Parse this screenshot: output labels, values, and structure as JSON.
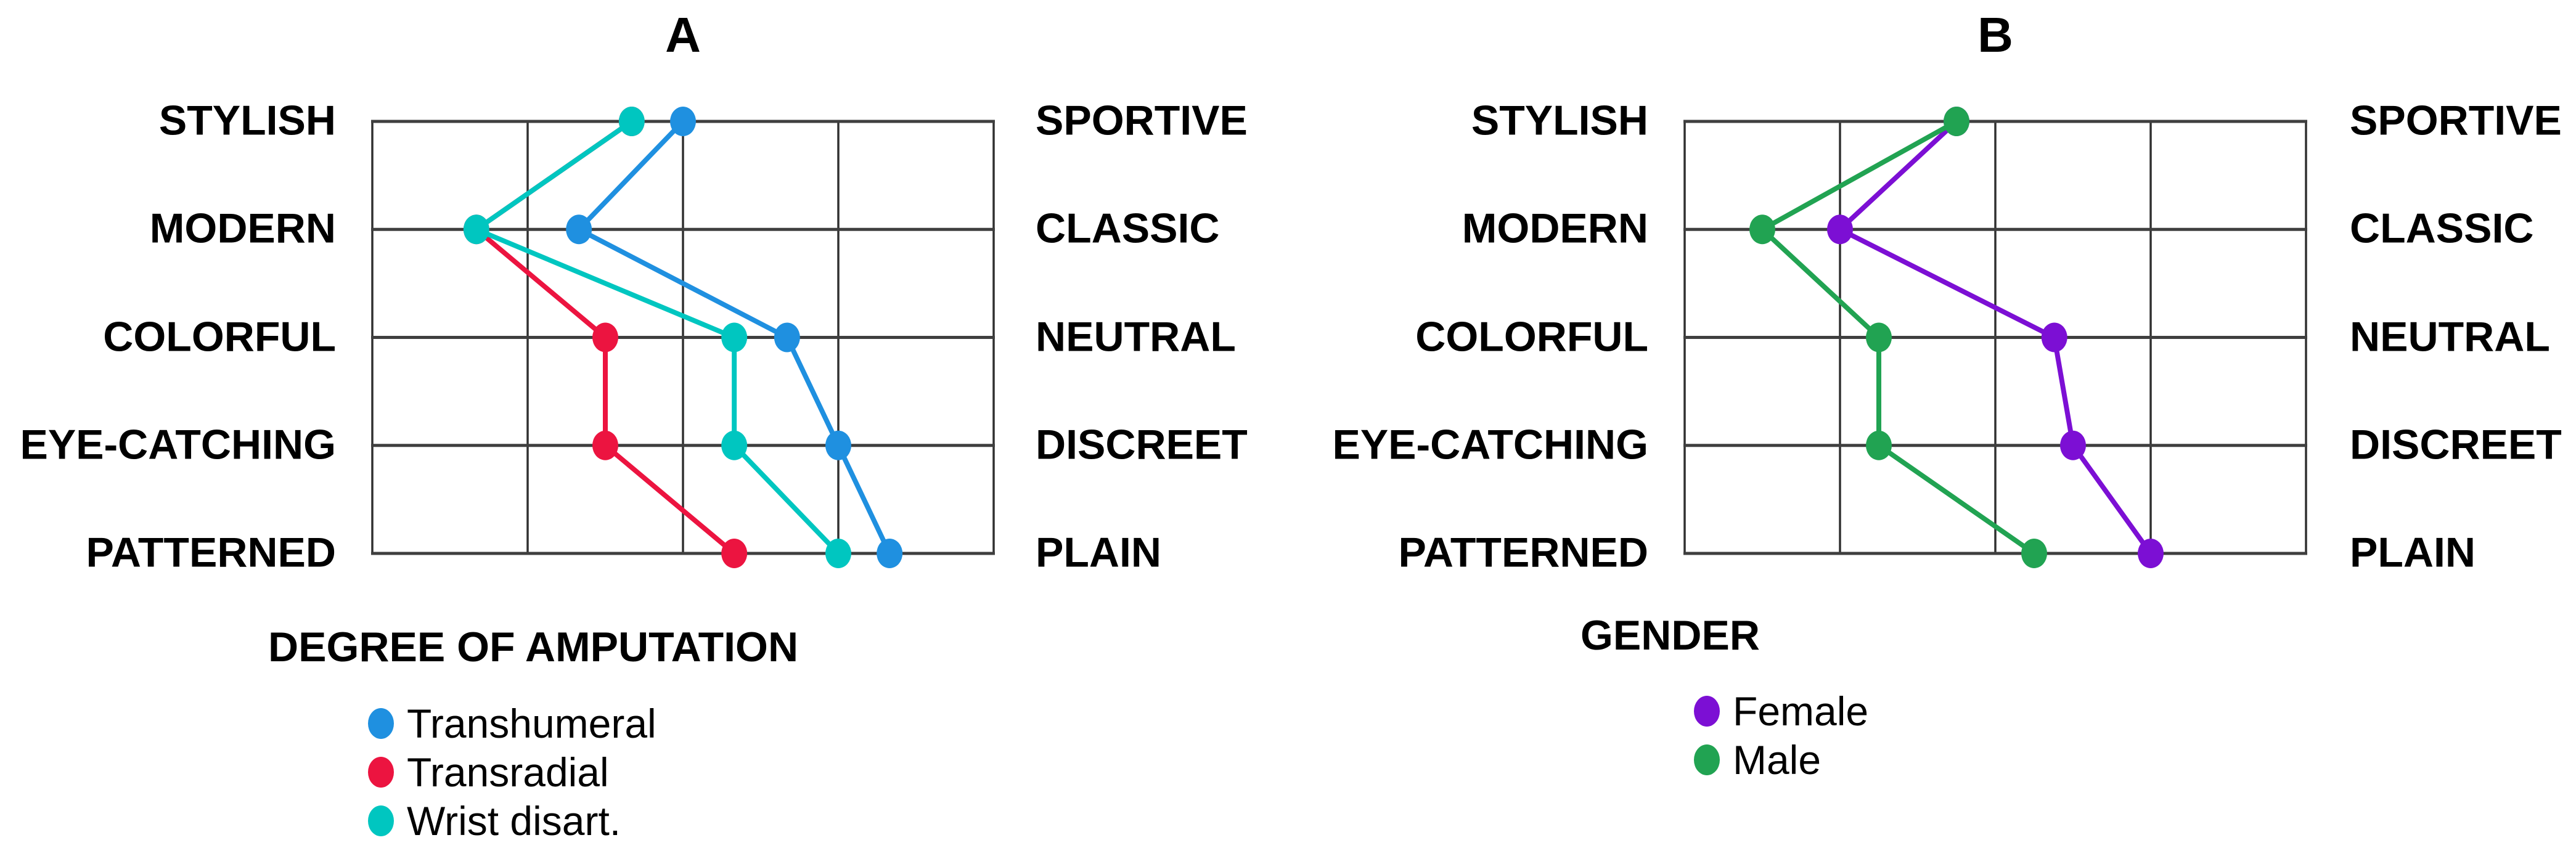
{
  "page": {
    "background_color": "#ffffff"
  },
  "chart_data": [
    {
      "type": "line",
      "panel_label": "A",
      "legend_title": "DEGREE OF AMPUTATION",
      "categories_left": [
        "STYLISH",
        "MODERN",
        "COLORFUL",
        "EYE-CATCHING",
        "PATTERNED"
      ],
      "categories_right": [
        "SPORTIVE",
        "CLASSIC",
        "NEUTRAL",
        "DISCREET",
        "PLAIN"
      ],
      "scale": {
        "min": 1,
        "max": 5,
        "gridlines": 5,
        "grid": true
      },
      "legend_position": "below-left",
      "series": [
        {
          "name": "Transhumeral",
          "color": "#1f90e0",
          "values": [
            3.0,
            2.33,
            3.67,
            4.0,
            4.33
          ]
        },
        {
          "name": "Transradial",
          "color": "#ec1440",
          "values": [
            2.67,
            1.67,
            2.5,
            2.5,
            3.33
          ]
        },
        {
          "name": "Wrist disart.",
          "color": "#00c6c0",
          "values": [
            2.67,
            1.67,
            3.33,
            3.33,
            4.0
          ]
        }
      ],
      "draw_order": [
        1,
        2,
        0
      ],
      "note": "Transradial overlaps Wrist disart. at STYLISH and MODERN (hidden beneath)."
    },
    {
      "type": "line",
      "panel_label": "B",
      "legend_title": "GENDER",
      "categories_left": [
        "STYLISH",
        "MODERN",
        "COLORFUL",
        "EYE-CATCHING",
        "PATTERNED"
      ],
      "categories_right": [
        "SPORTIVE",
        "CLASSIC",
        "NEUTRAL",
        "DISCREET",
        "PLAIN"
      ],
      "scale": {
        "min": 1,
        "max": 5,
        "gridlines": 5,
        "grid": true
      },
      "legend_position": "below-left",
      "series": [
        {
          "name": "Female",
          "color": "#7c0fd4",
          "values": [
            2.75,
            2.0,
            3.38,
            3.5,
            4.0
          ]
        },
        {
          "name": "Male",
          "color": "#21a352",
          "values": [
            2.75,
            1.5,
            2.25,
            2.25,
            3.25
          ]
        }
      ],
      "draw_order": [
        0,
        1
      ],
      "note": "Female overlaps Male at STYLISH (hidden beneath green dot)."
    }
  ]
}
